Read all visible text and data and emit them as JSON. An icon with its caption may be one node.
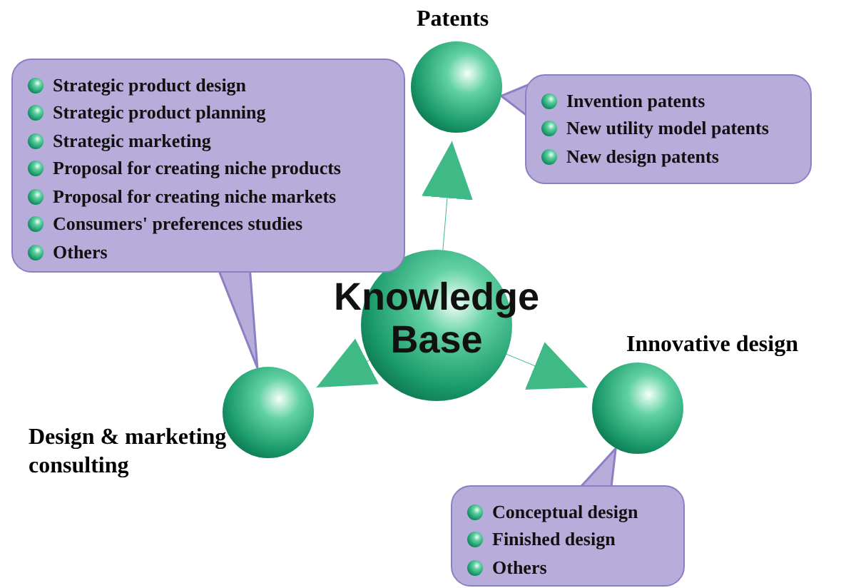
{
  "diagram": {
    "nodes": [
      {
        "text": [
          "Knowledge Base"
        ]
      },
      {
        "text": [
          "Patents"
        ]
      },
      {
        "text": [
          "Innovative design"
        ]
      },
      {
        "text": [
          "Design & marketing consulting"
        ]
      },
      {
        "text": [
          "Invention patents",
          "New utility model patents",
          "New design patents"
        ]
      },
      {
        "text": [
          "Conceptual design",
          "Finished design",
          "Others"
        ]
      },
      {
        "text": [
          "Strategic product design",
          "Strategic product planning",
          "Strategic marketing",
          "Proposal for creating niche products",
          "Proposal for creating niche markets",
          "Consumers' preferences studies",
          "Others"
        ]
      }
    ],
    "edges": [
      {
        "from": 0,
        "to": 1,
        "arrow": "to"
      },
      {
        "from": 0,
        "to": 2,
        "arrow": "to"
      },
      {
        "from": 0,
        "to": 3,
        "arrow": "to"
      },
      {
        "from": 4,
        "to": 1,
        "arrow": "to"
      },
      {
        "from": 5,
        "to": 2,
        "arrow": "to"
      },
      {
        "from": 6,
        "to": 3,
        "arrow": "to"
      }
    ]
  }
}
